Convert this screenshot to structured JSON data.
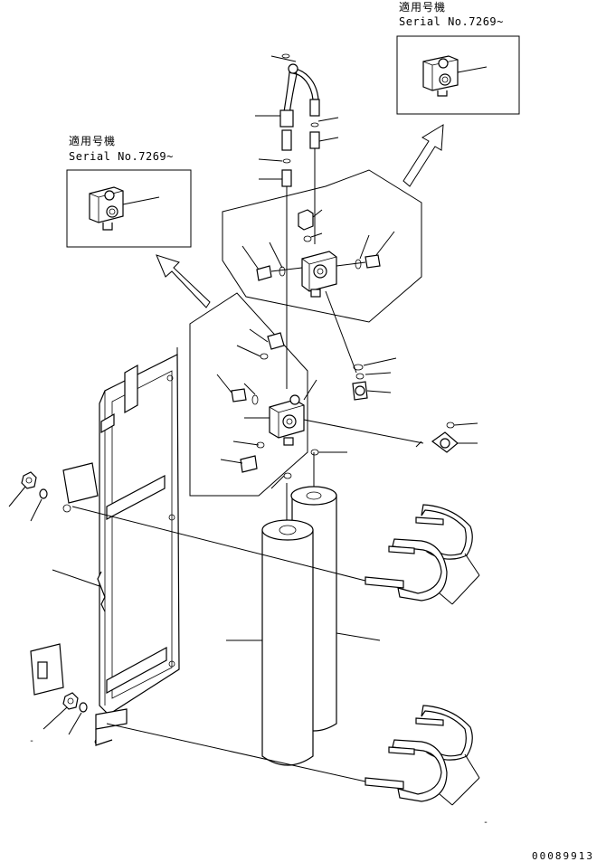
{
  "detail_callouts": [
    {
      "applicability_label": "適用号機",
      "serial_label": "Serial No.7269~"
    },
    {
      "applicability_label": "適用号機",
      "serial_label": "Serial No.7269~"
    }
  ],
  "drawing_number": "00089913",
  "stray_marks": [
    "-",
    "-"
  ]
}
